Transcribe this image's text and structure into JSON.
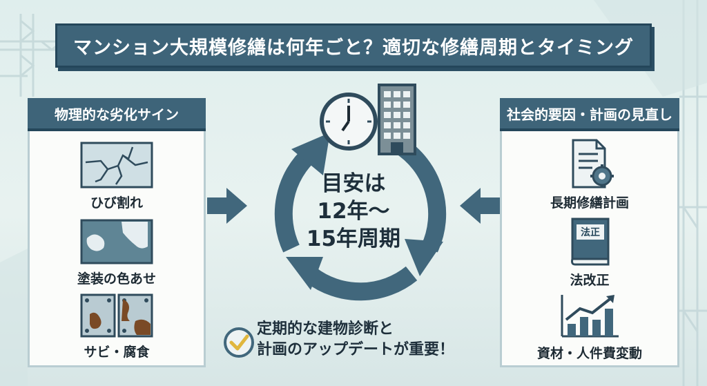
{
  "title": "マンション大規模修繕は何年ごと？適切な修繕周期とタイミング",
  "left_panel": {
    "heading": "物理的な劣化サイン",
    "items": [
      {
        "icon": "cracked-wall-icon",
        "label": "ひび割れ"
      },
      {
        "icon": "faded-paint-icon",
        "label": "塗装の色あせ"
      },
      {
        "icon": "rusted-panel-icon",
        "label": "サビ・腐食"
      }
    ]
  },
  "right_panel": {
    "heading": "社会的要因・計画の見直し",
    "items": [
      {
        "icon": "document-gear-icon",
        "label": "長期修繕計画"
      },
      {
        "icon": "law-book-icon",
        "label": "法改正",
        "book_text": "法正"
      },
      {
        "icon": "bar-chart-up-icon",
        "label": "資材・人件費変動"
      }
    ]
  },
  "center": {
    "line1": "目安は",
    "line2": "12年〜",
    "line3": "15年周期"
  },
  "note": {
    "line1": "定期的な建物診断と",
    "line2": "計画のアップデートが重要！"
  },
  "colors": {
    "navy": "#3e6479",
    "cycle_arrow": "#41677c",
    "background": "#e3efed"
  }
}
